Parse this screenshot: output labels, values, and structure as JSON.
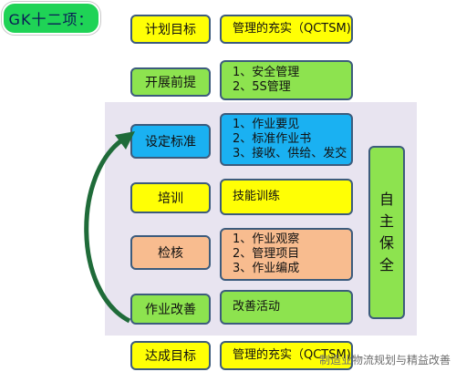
{
  "title": "GK十二项：",
  "rows": [
    {
      "left": "计划目标",
      "right_lines": [
        "管理的充实（QCTSM)"
      ],
      "color": "yellow"
    },
    {
      "left": "开展前提",
      "right_lines": [
        "1、安全管理",
        "2、5S管理"
      ],
      "color": "green"
    },
    {
      "left": "设定标准",
      "right_lines": [
        "1、作业要见",
        "2、标准作业书",
        "3、接收、供给、发交"
      ],
      "color": "blue"
    },
    {
      "left": "培训",
      "right_lines": [
        "技能训练"
      ],
      "color": "yellow"
    },
    {
      "left": "检核",
      "right_lines": [
        "1、作业观察",
        "2、管理项目",
        "3、作业编成"
      ],
      "color": "peach"
    },
    {
      "left": "作业改善",
      "right_lines": [
        "改善活动"
      ],
      "color": "green"
    },
    {
      "left": "达成目标",
      "right_lines": [
        "管理的充实（QCTSM)"
      ],
      "color": "yellow"
    }
  ],
  "side_label": "自主保全",
  "watermark": "制造业物流规划与精益改善",
  "colors": {
    "yellow": "#ffff05",
    "green": "#8de34f",
    "blue": "#1ab1f2",
    "peach": "#f8bc8f",
    "title_bg": "#1fd356",
    "panel": "#e8e4f0",
    "arrow": "#1f6b39"
  }
}
